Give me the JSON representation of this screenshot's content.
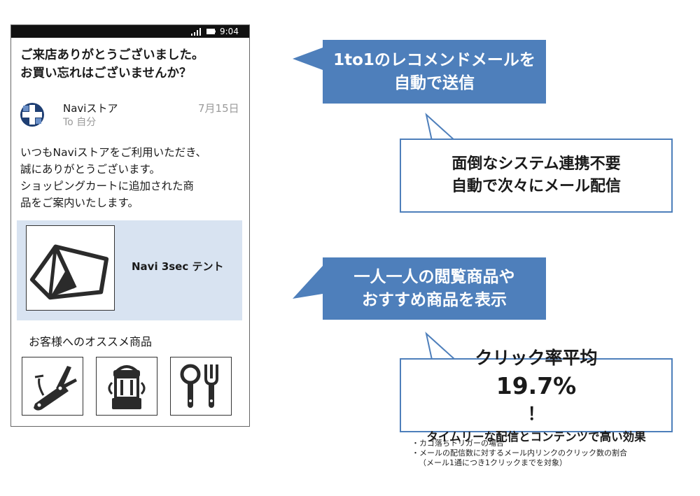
{
  "phone": {
    "status": {
      "time": "9:04",
      "icons": [
        "signal-icon",
        "battery-icon"
      ]
    },
    "email": {
      "subject_lines": [
        "ご来店ありがとうございました。",
        "お買い忘れはございませんか？"
      ],
      "sender": "Naviストア",
      "to": "To 自分",
      "date": "7月15日",
      "body_lines": [
        "いつもNaviストアをご利用いただき、",
        "誠にありがとうございます。",
        "ショッピングカートに追加された商",
        "品をご案内いたします。"
      ],
      "product": {
        "name": "Navi 3sec テント",
        "icon": "tent-icon"
      },
      "recommend_title": "お客様へのオススメ商品",
      "recommend_icons": [
        "multitool-icon",
        "lantern-icon",
        "cutlery-icon"
      ]
    }
  },
  "callouts": {
    "recommend_mail": [
      "1to1のレコメンドメールを",
      "自動で送信"
    ],
    "no_integration": [
      "面倒なシステム連携不要",
      "自動で次々にメール配信"
    ],
    "per_user": [
      "一人一人の閲覧商品や",
      "おすすめ商品を表示"
    ],
    "click_rate": {
      "prefix": "クリック率平均",
      "value": "19.7%",
      "suffix": "！",
      "sub": "タイムリーな配信とコンテンツで高い効果"
    }
  },
  "notes": [
    "・カゴ落ちトリガーの場合",
    "・メールの配信数に対するメール内リンクのクリック数の割合",
    "（メール1通につき1クリックまでを対象）"
  ],
  "colors": {
    "accent": "#4e7fbb",
    "card": "#d8e3f1",
    "brand_logo": "#1f3f73"
  }
}
